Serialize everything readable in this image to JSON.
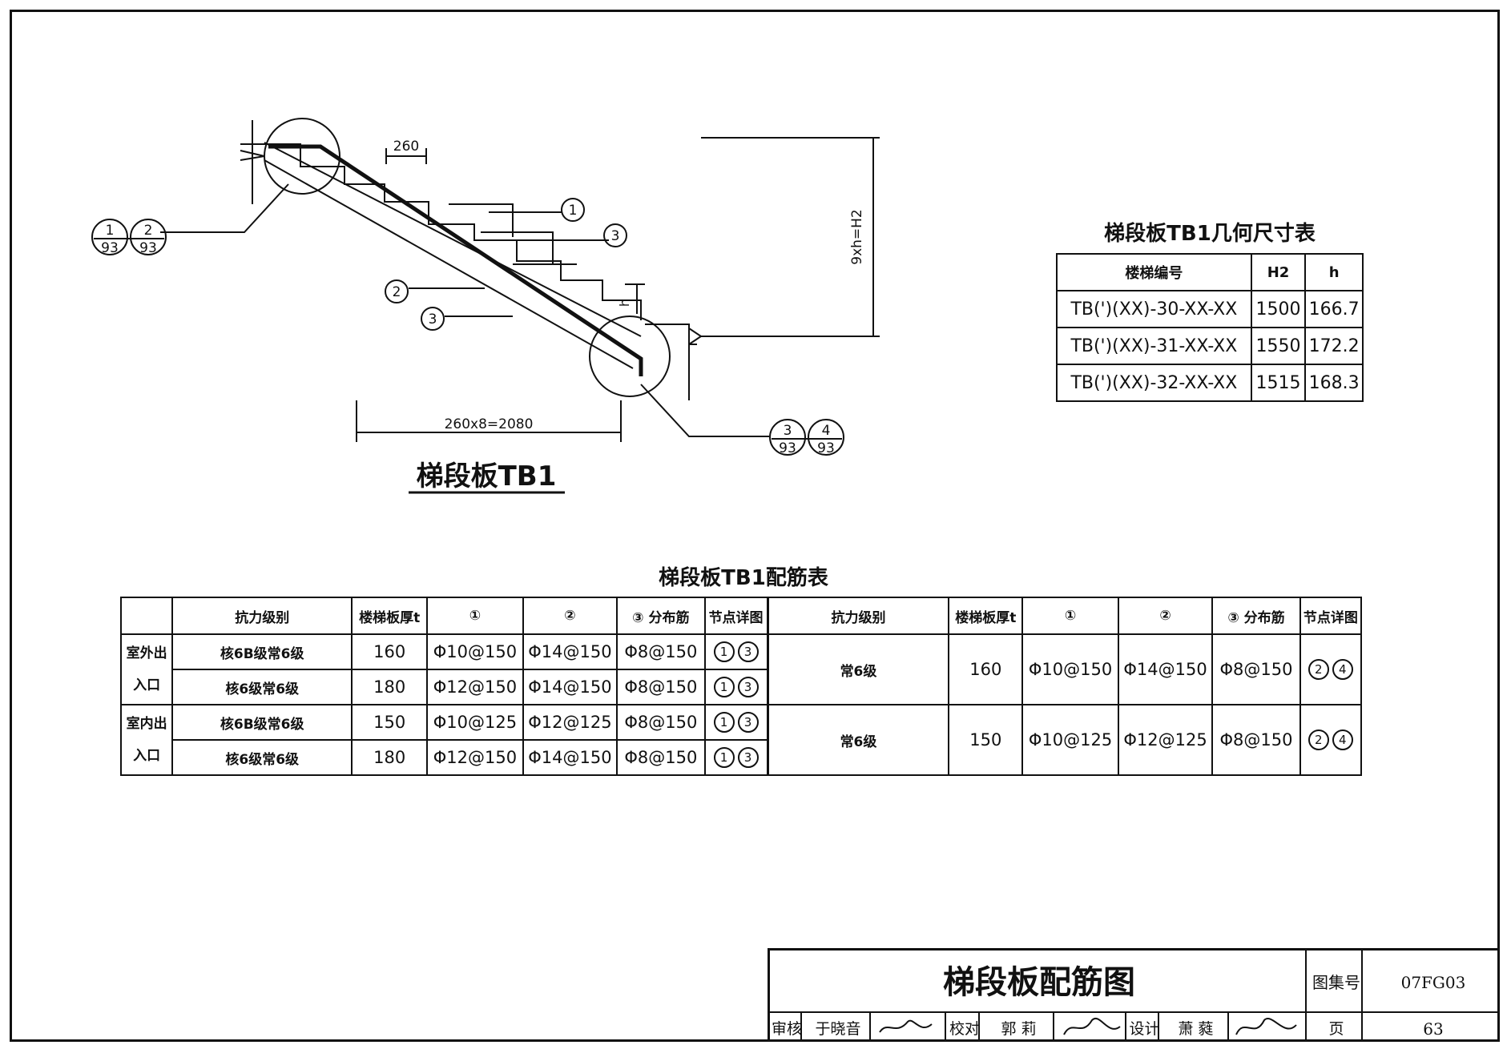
{
  "drawing": {
    "title": "梯段板TB1",
    "dims": {
      "step_width": "260",
      "run_total": "260x8=2080",
      "rise_total": "9xh=H2",
      "rise_label": "h"
    },
    "callouts": [
      "1",
      "3",
      "2",
      "3"
    ],
    "detail_refs": [
      {
        "num": "1",
        "sheet": "93"
      },
      {
        "num": "2",
        "sheet": "93"
      },
      {
        "num": "3",
        "sheet": "93"
      },
      {
        "num": "4",
        "sheet": "93"
      }
    ]
  },
  "geometry_table": {
    "title": "梯段板TB1几何尺寸表",
    "headers": [
      "楼梯编号",
      "H2",
      "h"
    ],
    "rows": [
      [
        "TB(')(XX)-30-XX-XX",
        "1500",
        "166.7"
      ],
      [
        "TB(')(XX)-31-XX-XX",
        "1550",
        "172.2"
      ],
      [
        "TB(')(XX)-32-XX-XX",
        "1515",
        "168.3"
      ]
    ]
  },
  "rebar_table": {
    "title": "梯段板TB1配筋表",
    "headers": [
      "抗力级别",
      "楼梯板厚t",
      "①",
      "②",
      "③ 分布筋",
      "节点详图"
    ],
    "loc_outdoor": "室外出入口",
    "loc_indoor": "室内出入口",
    "left_rows": [
      {
        "grade": "核6B级常6级",
        "t": "160",
        "r1": "Φ10@150",
        "r2": "Φ14@150",
        "r3": "Φ8@150",
        "nodes": [
          "1",
          "3"
        ]
      },
      {
        "grade": "核6级常6级",
        "t": "180",
        "r1": "Φ12@150",
        "r2": "Φ14@150",
        "r3": "Φ8@150",
        "nodes": [
          "1",
          "3"
        ]
      },
      {
        "grade": "核6B级常6级",
        "t": "150",
        "r1": "Φ10@125",
        "r2": "Φ12@125",
        "r3": "Φ8@150",
        "nodes": [
          "1",
          "3"
        ]
      },
      {
        "grade": "核6级常6级",
        "t": "180",
        "r1": "Φ12@150",
        "r2": "Φ14@150",
        "r3": "Φ8@150",
        "nodes": [
          "1",
          "3"
        ]
      }
    ],
    "right_rows": [
      {
        "grade": "常6级",
        "t": "160",
        "r1": "Φ10@150",
        "r2": "Φ14@150",
        "r3": "Φ8@150",
        "nodes": [
          "2",
          "4"
        ]
      },
      {
        "grade": "常6级",
        "t": "150",
        "r1": "Φ10@125",
        "r2": "Φ12@125",
        "r3": "Φ8@150",
        "nodes": [
          "2",
          "4"
        ]
      }
    ]
  },
  "title_block": {
    "drawing_title": "梯段板配筋图",
    "atlas_label": "图集号",
    "atlas_no": "07FG03",
    "review_label": "审核",
    "reviewer": "于晓音",
    "check_label": "校对",
    "checker": "郭 莉",
    "design_label": "设计",
    "designer": "萧 蕤",
    "page_label": "页",
    "page_no": "63"
  }
}
